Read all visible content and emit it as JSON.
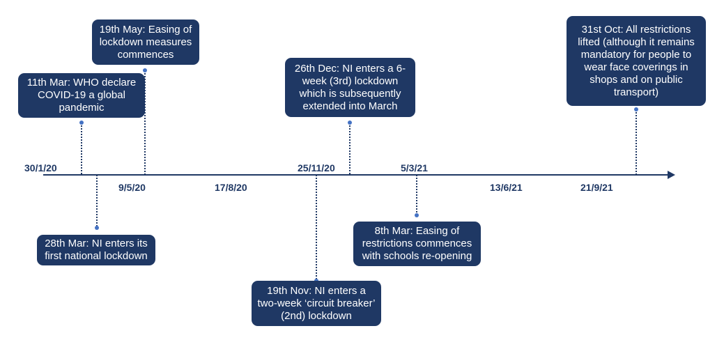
{
  "colors": {
    "primary": "#1f3864",
    "connector": "#4472c4"
  },
  "axis_dates": [
    "30/1/20",
    "9/5/20",
    "17/8/20",
    "25/11/20",
    "5/3/21",
    "13/6/21",
    "21/9/21"
  ],
  "events": [
    {
      "id": "who-pandemic",
      "text": "11th Mar: WHO declare COVID-19 a global pandemic"
    },
    {
      "id": "easing-may",
      "text": "19th May: Easing of lockdown measures commences"
    },
    {
      "id": "first-lockdown",
      "text": "28th Mar: NI enters its first national lockdown"
    },
    {
      "id": "circuit-breaker",
      "text": "19th Nov: NI enters a two-week ‘circuit breaker’ (2nd) lockdown"
    },
    {
      "id": "third-lockdown",
      "text": "26th Dec: NI enters a 6-week (3rd) lockdown which is subsequently extended into March"
    },
    {
      "id": "easing-march",
      "text": "8th Mar: Easing of restrictions commences with schools re-opening"
    },
    {
      "id": "restrictions-lifted",
      "text": "31st Oct: All restrictions lifted (although it remains mandatory for people to wear face coverings in shops and on public transport)"
    }
  ]
}
